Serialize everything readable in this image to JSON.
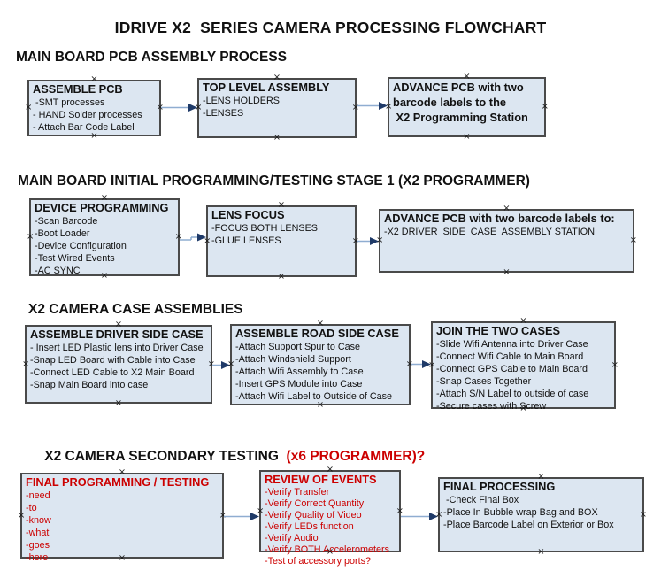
{
  "title": "IDRIVE X2  SERIES CAMERA PROCESSING FLOWCHART",
  "icons": {
    "connection_point": "×"
  },
  "colors": {
    "box_fill": "#dce6f1",
    "box_border": "#4a4a4a",
    "arrow_line": "#8fadd1",
    "arrow_head": "#1f3a68",
    "red_text": "#cc0000",
    "black_text": "#111111",
    "background": "#ffffff"
  },
  "sections": {
    "pcb_assembly": {
      "heading": "MAIN BOARD PCB ASSEMBLY PROCESS"
    },
    "initial_programming": {
      "heading": "MAIN BOARD INITIAL PROGRAMMING/TESTING STAGE 1 (X2 PROGRAMMER)"
    },
    "case_assemblies": {
      "heading": "X2 CAMERA CASE ASSEMBLIES"
    },
    "secondary_testing": {
      "heading_black": "X2 CAMERA SECONDARY TESTING",
      "heading_red": "  (x6 PROGRAMMER)?"
    }
  },
  "boxes": {
    "assemble_pcb": {
      "title": "ASSEMBLE PCB",
      "lines": [
        " -SMT processes",
        "- HAND Solder processes",
        "- Attach Bar Code Label"
      ]
    },
    "top_level_assembly": {
      "title": "TOP LEVEL ASSEMBLY",
      "lines": [
        "-LENS HOLDERS",
        "-LENSES"
      ]
    },
    "advance_pcb_1": {
      "title_lines": [
        "ADVANCE PCB with two",
        "barcode labels to the",
        " X2 Programming Station"
      ]
    },
    "device_programming": {
      "title": "DEVICE PROGRAMMING",
      "lines": [
        "-Scan Barcode",
        "-Boot Loader",
        "-Device Configuration",
        "-Test Wired Events",
        "-AC SYNC"
      ]
    },
    "lens_focus": {
      "title": "LENS FOCUS",
      "lines": [
        "-FOCUS BOTH LENSES",
        "-GLUE LENSES"
      ]
    },
    "advance_pcb_2": {
      "title": "ADVANCE PCB with two barcode labels to:",
      "lines": [
        "-X2 DRIVER  SIDE  CASE  ASSEMBLY STATION"
      ]
    },
    "assemble_driver_side_case": {
      "title": "ASSEMBLE DRIVER SIDE CASE",
      "lines": [
        "- Insert LED Plastic lens into Driver Case",
        "-Snap LED Board with Cable into Case",
        "-Connect LED Cable to X2 Main Board",
        "-Snap Main Board into case"
      ]
    },
    "assemble_road_side_case": {
      "title": "ASSEMBLE ROAD SIDE CASE",
      "lines": [
        "-Attach Support Spur to Case",
        "-Attach Windshield Support",
        "-Attach Wifi Assembly to Case",
        "-Insert GPS Module into Case",
        "-Attach Wifi Label to Outside of Case"
      ]
    },
    "join_the_two_cases": {
      "title": "JOIN THE TWO CASES",
      "lines": [
        "-Slide Wifi Antenna into Driver Case",
        "-Connect Wifi Cable to Main Board",
        "-Connect GPS Cable to Main Board",
        "-Snap Cases Together",
        "-Attach S/N Label to outside of case",
        "-Secure cases with Screw"
      ]
    },
    "final_programming_testing": {
      "title": "FINAL PROGRAMMING / TESTING",
      "lines": [
        "-need",
        "-to",
        "-know",
        "-what",
        "-goes",
        "-here"
      ]
    },
    "review_of_events": {
      "title": "REVIEW OF EVENTS",
      "lines": [
        "-Verify Transfer",
        "-Verify Correct Quantity",
        "-Verify Quality of Video",
        "-Verify LEDs function",
        "-Verify Audio",
        "-Verify BOTH Accelerometers",
        "-Test of accessory ports?"
      ]
    },
    "final_processing": {
      "title": "FINAL PROCESSING",
      "lines": [
        " -Check Final Box",
        "-Place In Bubble wrap Bag and BOX",
        "-Place Barcode Label on Exterior or Box"
      ]
    }
  }
}
